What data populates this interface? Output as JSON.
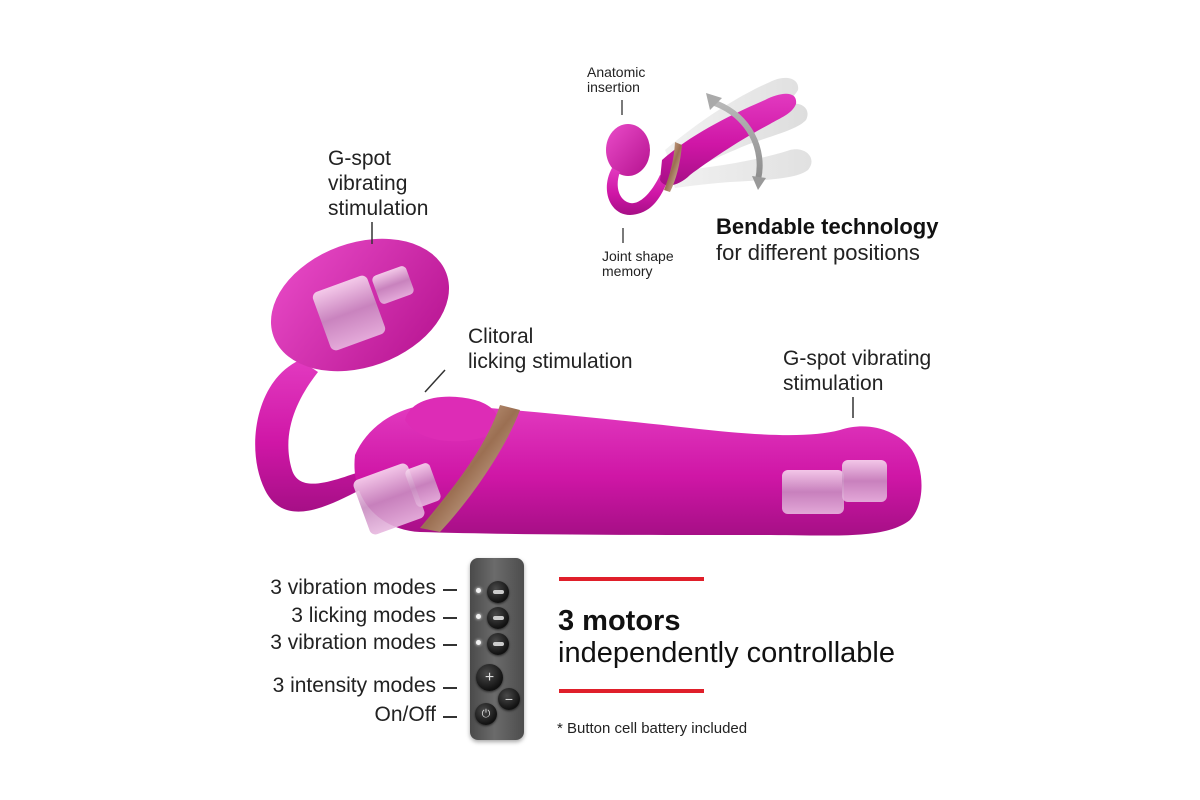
{
  "main_product": {
    "label_gspot_left": [
      "G-spot",
      "vibrating",
      "stimulation"
    ],
    "label_clitoral": [
      "Clitoral",
      "licking stimulation"
    ],
    "label_gspot_right": [
      "G-spot vibrating",
      "stimulation"
    ]
  },
  "bend_inset": {
    "anatomic_insertion": [
      "Anatomic",
      "insertion"
    ],
    "joint_shape_memory": [
      "Joint shape",
      "memory"
    ],
    "heading": "Bendable technology",
    "subheading": "for different positions"
  },
  "remote": {
    "modes": [
      {
        "label": "3 vibration modes"
      },
      {
        "label": "3 licking modes"
      },
      {
        "label": "3 vibration modes"
      },
      {
        "label": "3 intensity modes"
      },
      {
        "label": "On/Off"
      }
    ],
    "plus_glyph": "+",
    "minus_glyph": "−",
    "power_glyph": "⏻"
  },
  "callout": {
    "title": "3 motors",
    "subtitle": "independently controllable",
    "note": "* Button cell battery included"
  },
  "colors": {
    "product": "#d219a9",
    "accent_red": "#e01f2a",
    "gold_band": "#c9a27e",
    "remote_body": "#5a5a5a"
  }
}
